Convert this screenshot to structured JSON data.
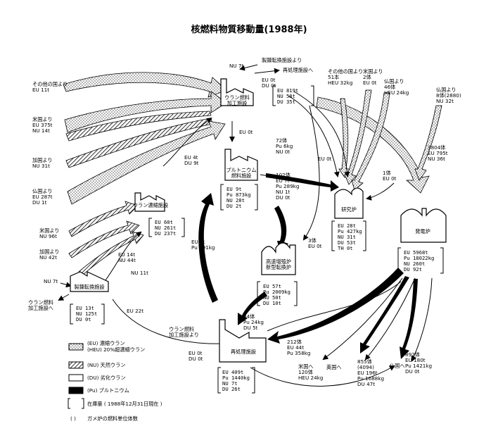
{
  "title": "核燃料物質移動量(1988年)",
  "facilities": {
    "conversion": "ウラン燃料\n加工施設",
    "plutonium": "プルトニウム\n燃料施設",
    "enrichment": "ウラン濃縮施設",
    "refining": "製錬転換施設",
    "fbr": "高速増殖炉\n新型転換炉",
    "research": "研究炉",
    "power": "発電炉",
    "reprocessing": "再処理施設"
  },
  "inventories": {
    "conversion": [
      "EU 819t",
      "NU 58t",
      "DU 35t"
    ],
    "plutonium": [
      "EU 9t",
      "Pu 873kg",
      "NU 28t",
      "DU 2t"
    ],
    "enrichment": [
      "EU 60t",
      "NU 261t",
      "DU 237t"
    ],
    "refining": [
      "EU 13t",
      "NU 125t",
      "DU 0t"
    ],
    "fbr": [
      "EU 57t",
      "Pu 2009kg",
      "NU 50t",
      "DU 10t"
    ],
    "research": [
      "EU 28t",
      "Pu 427kg",
      "NU 31t",
      "DU 53t",
      "TH 0t"
    ],
    "power": [
      "EU 5968t",
      "Pu 18022kg",
      "NU 260t",
      "DU 92t"
    ],
    "reprocessing": [
      "EU 409t",
      "Pu 1440kg",
      "NU 7t",
      "DU 26t"
    ]
  },
  "flows": {
    "other_countries_left": [
      "その他の国より",
      "EU 11t"
    ],
    "us_left": [
      "米国より",
      "EU 375t",
      "NU 14t"
    ],
    "canada_left": [
      "加国より",
      "NU 31t"
    ],
    "france_left": [
      "仏国より",
      "EU 287t",
      "DU 1t"
    ],
    "us_enrich": [
      "米国より",
      "NU 96t"
    ],
    "canada_enrich": [
      "加国より",
      "NU 42t"
    ],
    "enrich_to_conv": [
      "EU 4t",
      "DU 9t"
    ],
    "refining_to_enrich": [
      "EU 14t",
      "NU 44t"
    ],
    "nu11": [
      "NU 11t"
    ],
    "nu7_refining": [
      "NU 7t"
    ],
    "to_conv_refining": [
      "ウラン燃料",
      "加工施設へ"
    ],
    "eu22": [
      "EU 22t"
    ],
    "pu_return": [
      "EU 2t",
      "Pu 391kg"
    ],
    "nu7_top": [
      "NU 7t"
    ],
    "to_refining_top": [
      "製錬転換施設より"
    ],
    "to_reproc_top": [
      "再処理施設へ"
    ],
    "conv_out": [
      "EU 0t",
      "DU 0t"
    ],
    "conv_to_pu": [
      "EU 0t"
    ],
    "pu_to_research": [
      "72体",
      "Pu 6kg",
      "NU 0t"
    ],
    "pu_to_fbr": [
      "102体",
      "EU 7t",
      "Pu 289kg",
      "NU 1t",
      "DU 0t"
    ],
    "fbr_to_reproc": [
      "34体",
      "Pu 24kg",
      "DU 5t"
    ],
    "from_conv_reproc": [
      "ウラン燃料",
      "加工施設より"
    ],
    "reproc_out": [
      "EU 0t",
      "DU 0t"
    ],
    "to_research_eu": [
      "EU 0t"
    ],
    "research_reproc": [
      "3体",
      "EU 0t"
    ],
    "other_countries_top": [
      "その他の国より",
      "51本",
      "HEU 32kg"
    ],
    "us_top": [
      "米国より",
      "2体",
      "EU 0t"
    ],
    "france_top": [
      "仏国より",
      "46体",
      "HEU 24kg"
    ],
    "france_heu": [
      "仏国より",
      "8体(2880)",
      "NU 32t"
    ],
    "to_power": [
      "3804体",
      "EU 795t",
      "NU 36t"
    ],
    "one_assembly": [
      "1体",
      "EU 0t"
    ],
    "power_reproc": [
      "212体",
      "EU 44t",
      "Pu 358kg"
    ],
    "to_us": [
      "米国へ",
      "120体",
      "HEU 24kg"
    ],
    "to_uk": [
      "英国へ"
    ],
    "to_uk_big": [
      "855体",
      "(4094)",
      "EU 196t",
      "Pu 1688kg",
      "DU 47t"
    ],
    "to_france": [
      "892体",
      "EU 180t",
      "Pu 1421kg",
      "DU 0t"
    ],
    "to_france_label": [
      "仏国へ"
    ]
  },
  "legend": {
    "eu": "(EU) 濃縮ウラン",
    "heu": "(HEU) 20%超濃縮ウラン",
    "nu": "(NU) 天然ウラン",
    "du": "(DU) 劣化ウラン",
    "pu": "(Pu) プルトニウム",
    "inventory": "在庫量 ( 1988年12月31日現在 )",
    "parens": "ガメ炉の燃料単位体数"
  }
}
